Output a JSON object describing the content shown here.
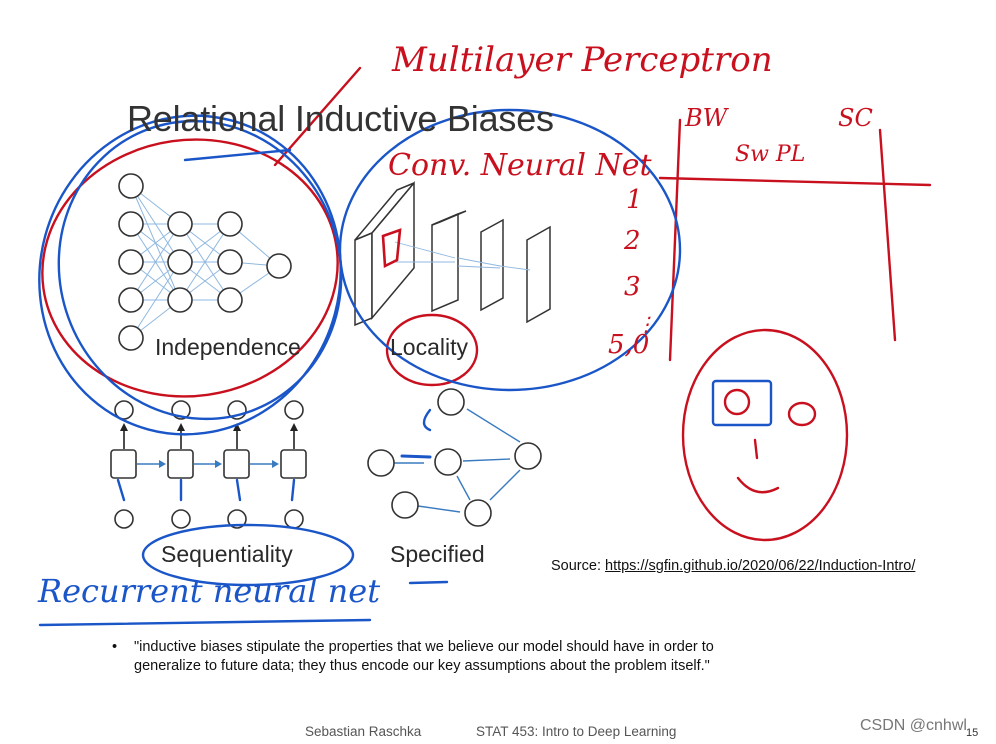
{
  "slide": {
    "title": "Relational Inductive Biases",
    "panels": {
      "independence": "Independence",
      "locality": "Locality",
      "sequentiality": "Sequentiality",
      "specified": "Specified"
    },
    "source_prefix": "Source: ",
    "source_link": "https://sgfin.github.io/2020/06/22/Induction-Intro/",
    "quote": "\"inductive biases stipulate the properties that we believe our model should have in order to generalize to future data; they thus encode our key assumptions about the problem itself.\"",
    "bullet": "•",
    "footer_author": "Sebastian Raschka",
    "footer_course": "STAT 453: Intro to Deep Learning",
    "page_number": "15",
    "watermark": "CSDN @cnhwl"
  },
  "annotations": {
    "mlp": "Multilayer Perceptron",
    "cnn": "Conv. Neural Net",
    "rnn": "Recurrent neural net",
    "bw": "BW",
    "sc": "SC",
    "row2": "Sw PL",
    "list": [
      "1",
      "2",
      "3",
      "⋮",
      "5,0"
    ]
  },
  "colors": {
    "ink_red": "#c8101e",
    "ink_blue": "#1a56c8",
    "diagram_line": "#8fb8e0",
    "arrow_blue": "#3a7bc0"
  }
}
